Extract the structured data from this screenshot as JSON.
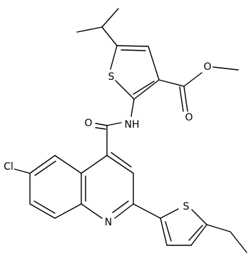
{
  "colors": {
    "bond": "#000000",
    "label": "#000000",
    "background": "#ffffff"
  },
  "labels": {
    "S_thiophene": "S",
    "O_ester_single": "O",
    "O_ester_double": "O",
    "O_amide": "O",
    "NH": "NH",
    "Cl": "Cl",
    "N_quinoline": "N",
    "S_ethylthiophene": "S"
  }
}
